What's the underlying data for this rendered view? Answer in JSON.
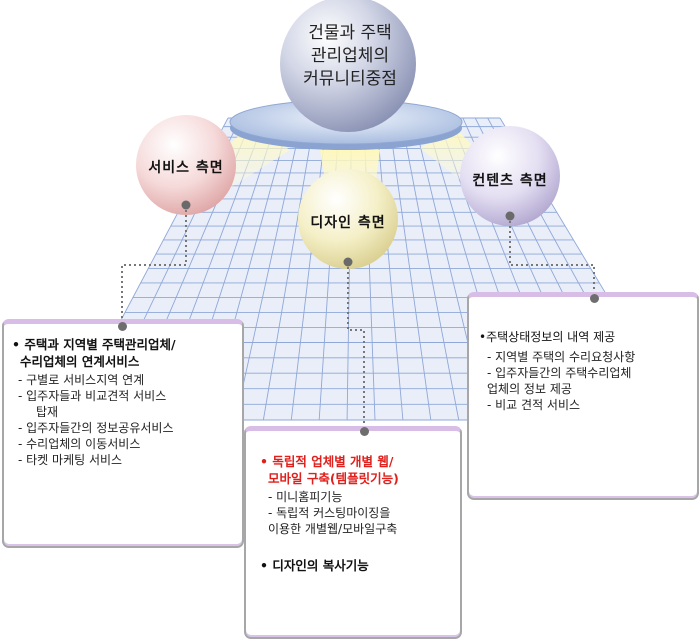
{
  "center": {
    "lines": [
      "건물과 주택",
      "관리업체의",
      "커뮤니티중점"
    ]
  },
  "spheres": {
    "service": "서비스 측면",
    "design": "디자인 측면",
    "contents": "컨텐츠 측면"
  },
  "boxes": {
    "left": {
      "heading_lines": [
        "• 주택과 지역별 주택관리업체/",
        "수리업체의 연계서비스"
      ],
      "items": [
        "- 구별로 서비스지역 연계",
        "- 입주자들과 비교견적 서비스",
        "   탑재",
        "- 입주자들간의 정보공유서비스",
        "- 수리업체의 이동서비스",
        "-  타켓 마케팅 서비스"
      ]
    },
    "middle": {
      "heading_lines": [
        "• 독립적 업체별 개별 웹/",
        "모바일 구축(템플릿기능)"
      ],
      "items": [
        "-   미니홈피기능",
        "-   독립적 커스팅마이징을",
        "    이용한 개별웹/모바일구축"
      ],
      "heading2": "• 디자인의 복사기능"
    },
    "right": {
      "heading": "•주택상태정보의 내역 제공",
      "items": [
        "-   지역별 주택의 수리요청사항",
        "-   입주자들간의 주택수리업체",
        "    업체의 정보 제공",
        "-   비교 견적 서비스"
      ]
    }
  },
  "colors": {
    "highlight": "#e0201c",
    "grid": "#8fa8d8",
    "box_border": "#a7a7a7"
  }
}
